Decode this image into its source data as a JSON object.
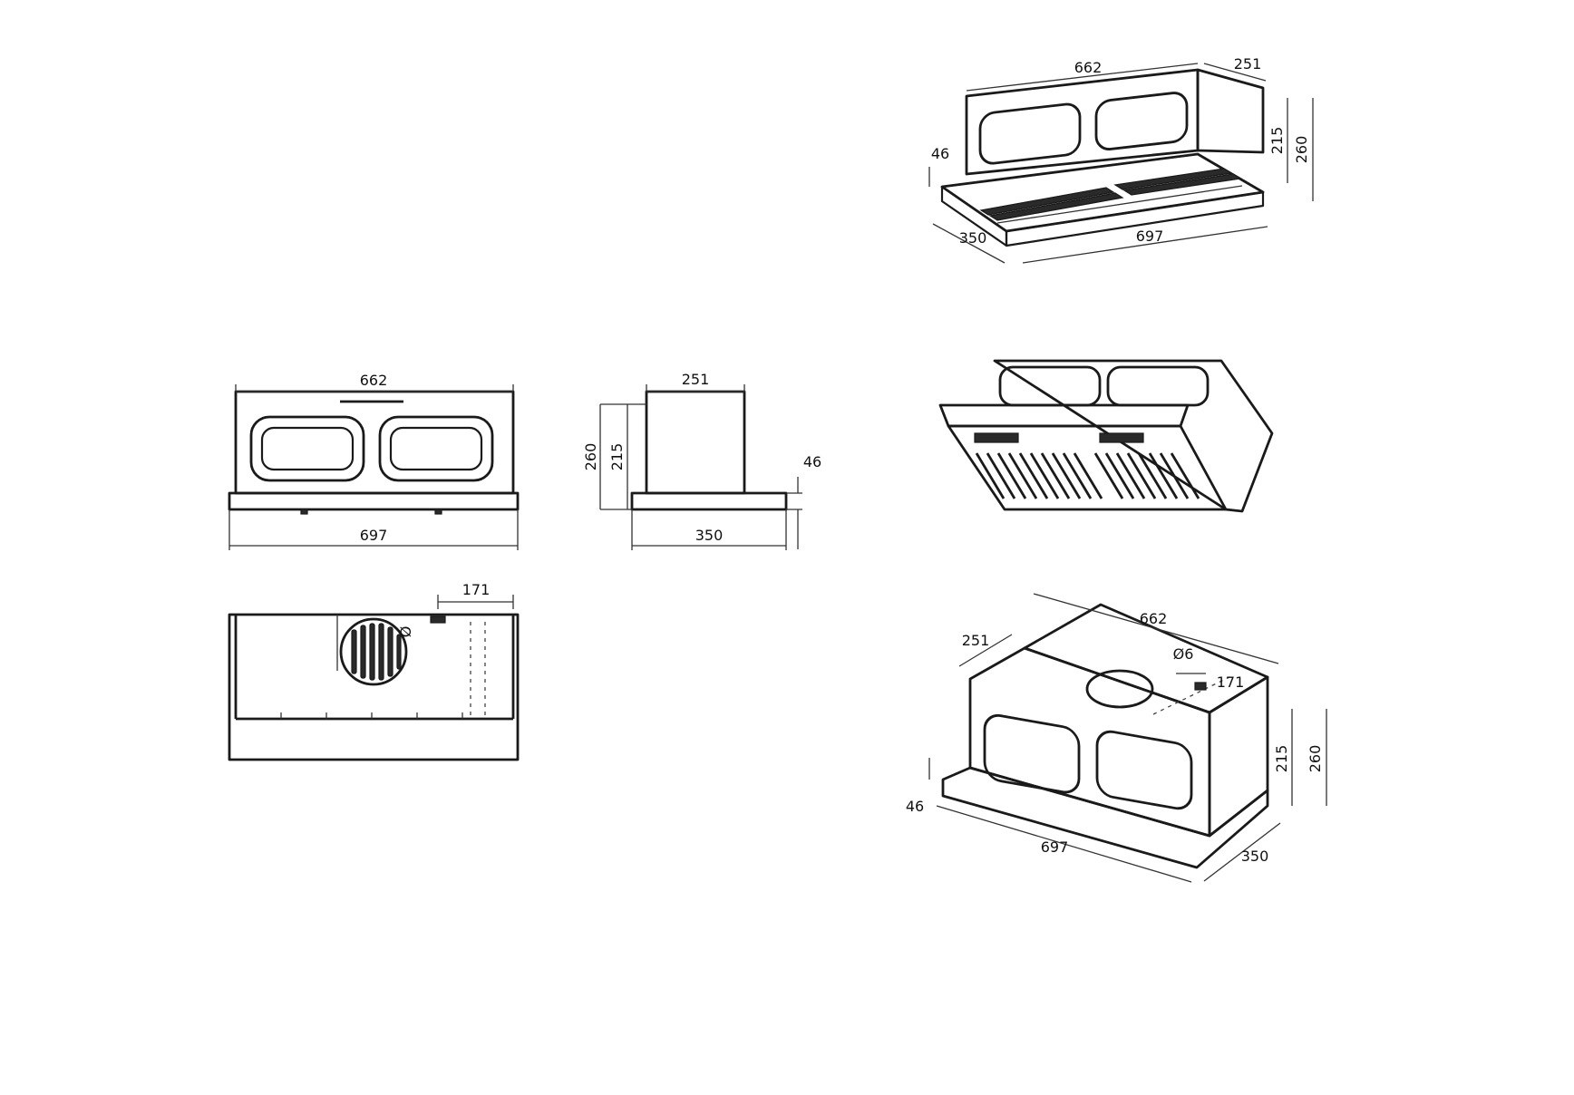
{
  "dimensions": {
    "width_outer": "697",
    "width_body": "662",
    "depth_outer": "350",
    "depth_body": "251",
    "height_total": "260",
    "height_body": "215",
    "lip_height": "46",
    "duct_offset": "171",
    "duct_diameter_front": "Ø",
    "duct_diameter_iso": "Ø6"
  },
  "colors": {
    "line": "#1a1a1a",
    "background": "#ffffff",
    "grille": "#2a2a2a"
  }
}
